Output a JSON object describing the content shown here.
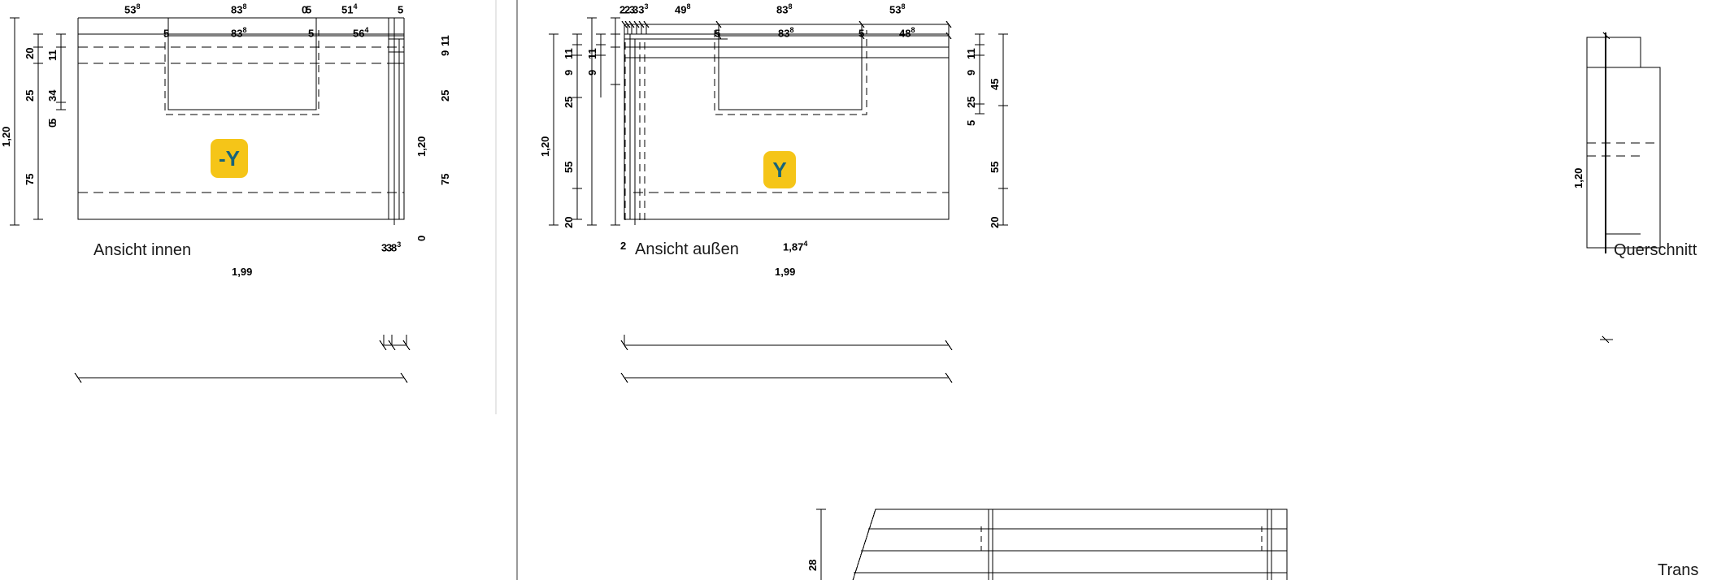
{
  "meta": {
    "accent_yellow": "#f5c518",
    "axis_text_color": "#17647a",
    "line_color": "#000000",
    "divider_color": "#b9b9b9"
  },
  "views": [
    {
      "id": "ansicht-innen",
      "label": "Ansicht innen",
      "axis_badge": "-Y",
      "overall_width": "1,99",
      "top_chain_outer": [
        {
          "value": "53",
          "sup": "8"
        },
        {
          "value": "83",
          "sup": "8"
        },
        {
          "value": "0",
          "sup": ""
        },
        {
          "value": "5",
          "sup": ""
        },
        {
          "value": "51",
          "sup": "4"
        },
        {
          "value": "5",
          "sup": ""
        }
      ],
      "top_chain_inner": [
        {
          "value": "5",
          "sup": ""
        },
        {
          "value": "83",
          "sup": "8"
        },
        {
          "value": "5",
          "sup": ""
        },
        {
          "value": "56",
          "sup": "4"
        }
      ],
      "left_chain_outer": [
        "1,20"
      ],
      "left_chain_mid": [
        "20",
        "25",
        "75"
      ],
      "left_chain_inner": [
        "11",
        "34",
        "5",
        "0"
      ],
      "right_chain_inner": [
        "9",
        "11",
        "25",
        "75"
      ],
      "right_chain_outer": [
        "1,20",
        "0"
      ],
      "bottom_small_chain": [
        {
          "value": "3",
          "sup": ""
        },
        {
          "value": "3",
          "sup": ""
        },
        {
          "value": "8",
          "sup": "3"
        }
      ]
    },
    {
      "id": "ansicht-aussen",
      "label": "Ansicht außen",
      "axis_badge": "Y",
      "overall_width": "1,99",
      "inner_width": {
        "value": "1,87",
        "sup": "4"
      },
      "top_chain_outer": [
        {
          "value": "2",
          "sup": ""
        },
        {
          "value": "2",
          "sup": ""
        },
        {
          "value": "3",
          "sup": ""
        },
        {
          "value": "33",
          "sup": "3"
        },
        {
          "value": "49",
          "sup": "8"
        },
        {
          "value": "83",
          "sup": "8"
        },
        {
          "value": "53",
          "sup": "8"
        }
      ],
      "top_chain_inner": [
        {
          "value": "5",
          "sup": ""
        },
        {
          "value": "83",
          "sup": "8"
        },
        {
          "value": "5",
          "sup": ""
        },
        {
          "value": "48",
          "sup": "8"
        }
      ],
      "left_chain_outer": [
        "1,20"
      ],
      "left_chain_mid": [
        "9",
        "11",
        "25",
        "55",
        "20"
      ],
      "left_chain_inner": [
        "9",
        "11"
      ],
      "right_chain_inner": [
        "9",
        "11",
        "25",
        "5"
      ],
      "right_chain_outer": [
        "45",
        "55",
        "20"
      ],
      "left_edge_label": "2"
    },
    {
      "id": "querschnitt",
      "label": "Querschnitt",
      "height_dim": "1,20"
    },
    {
      "id": "transport",
      "label": "Trans",
      "height_dim": "28"
    }
  ]
}
